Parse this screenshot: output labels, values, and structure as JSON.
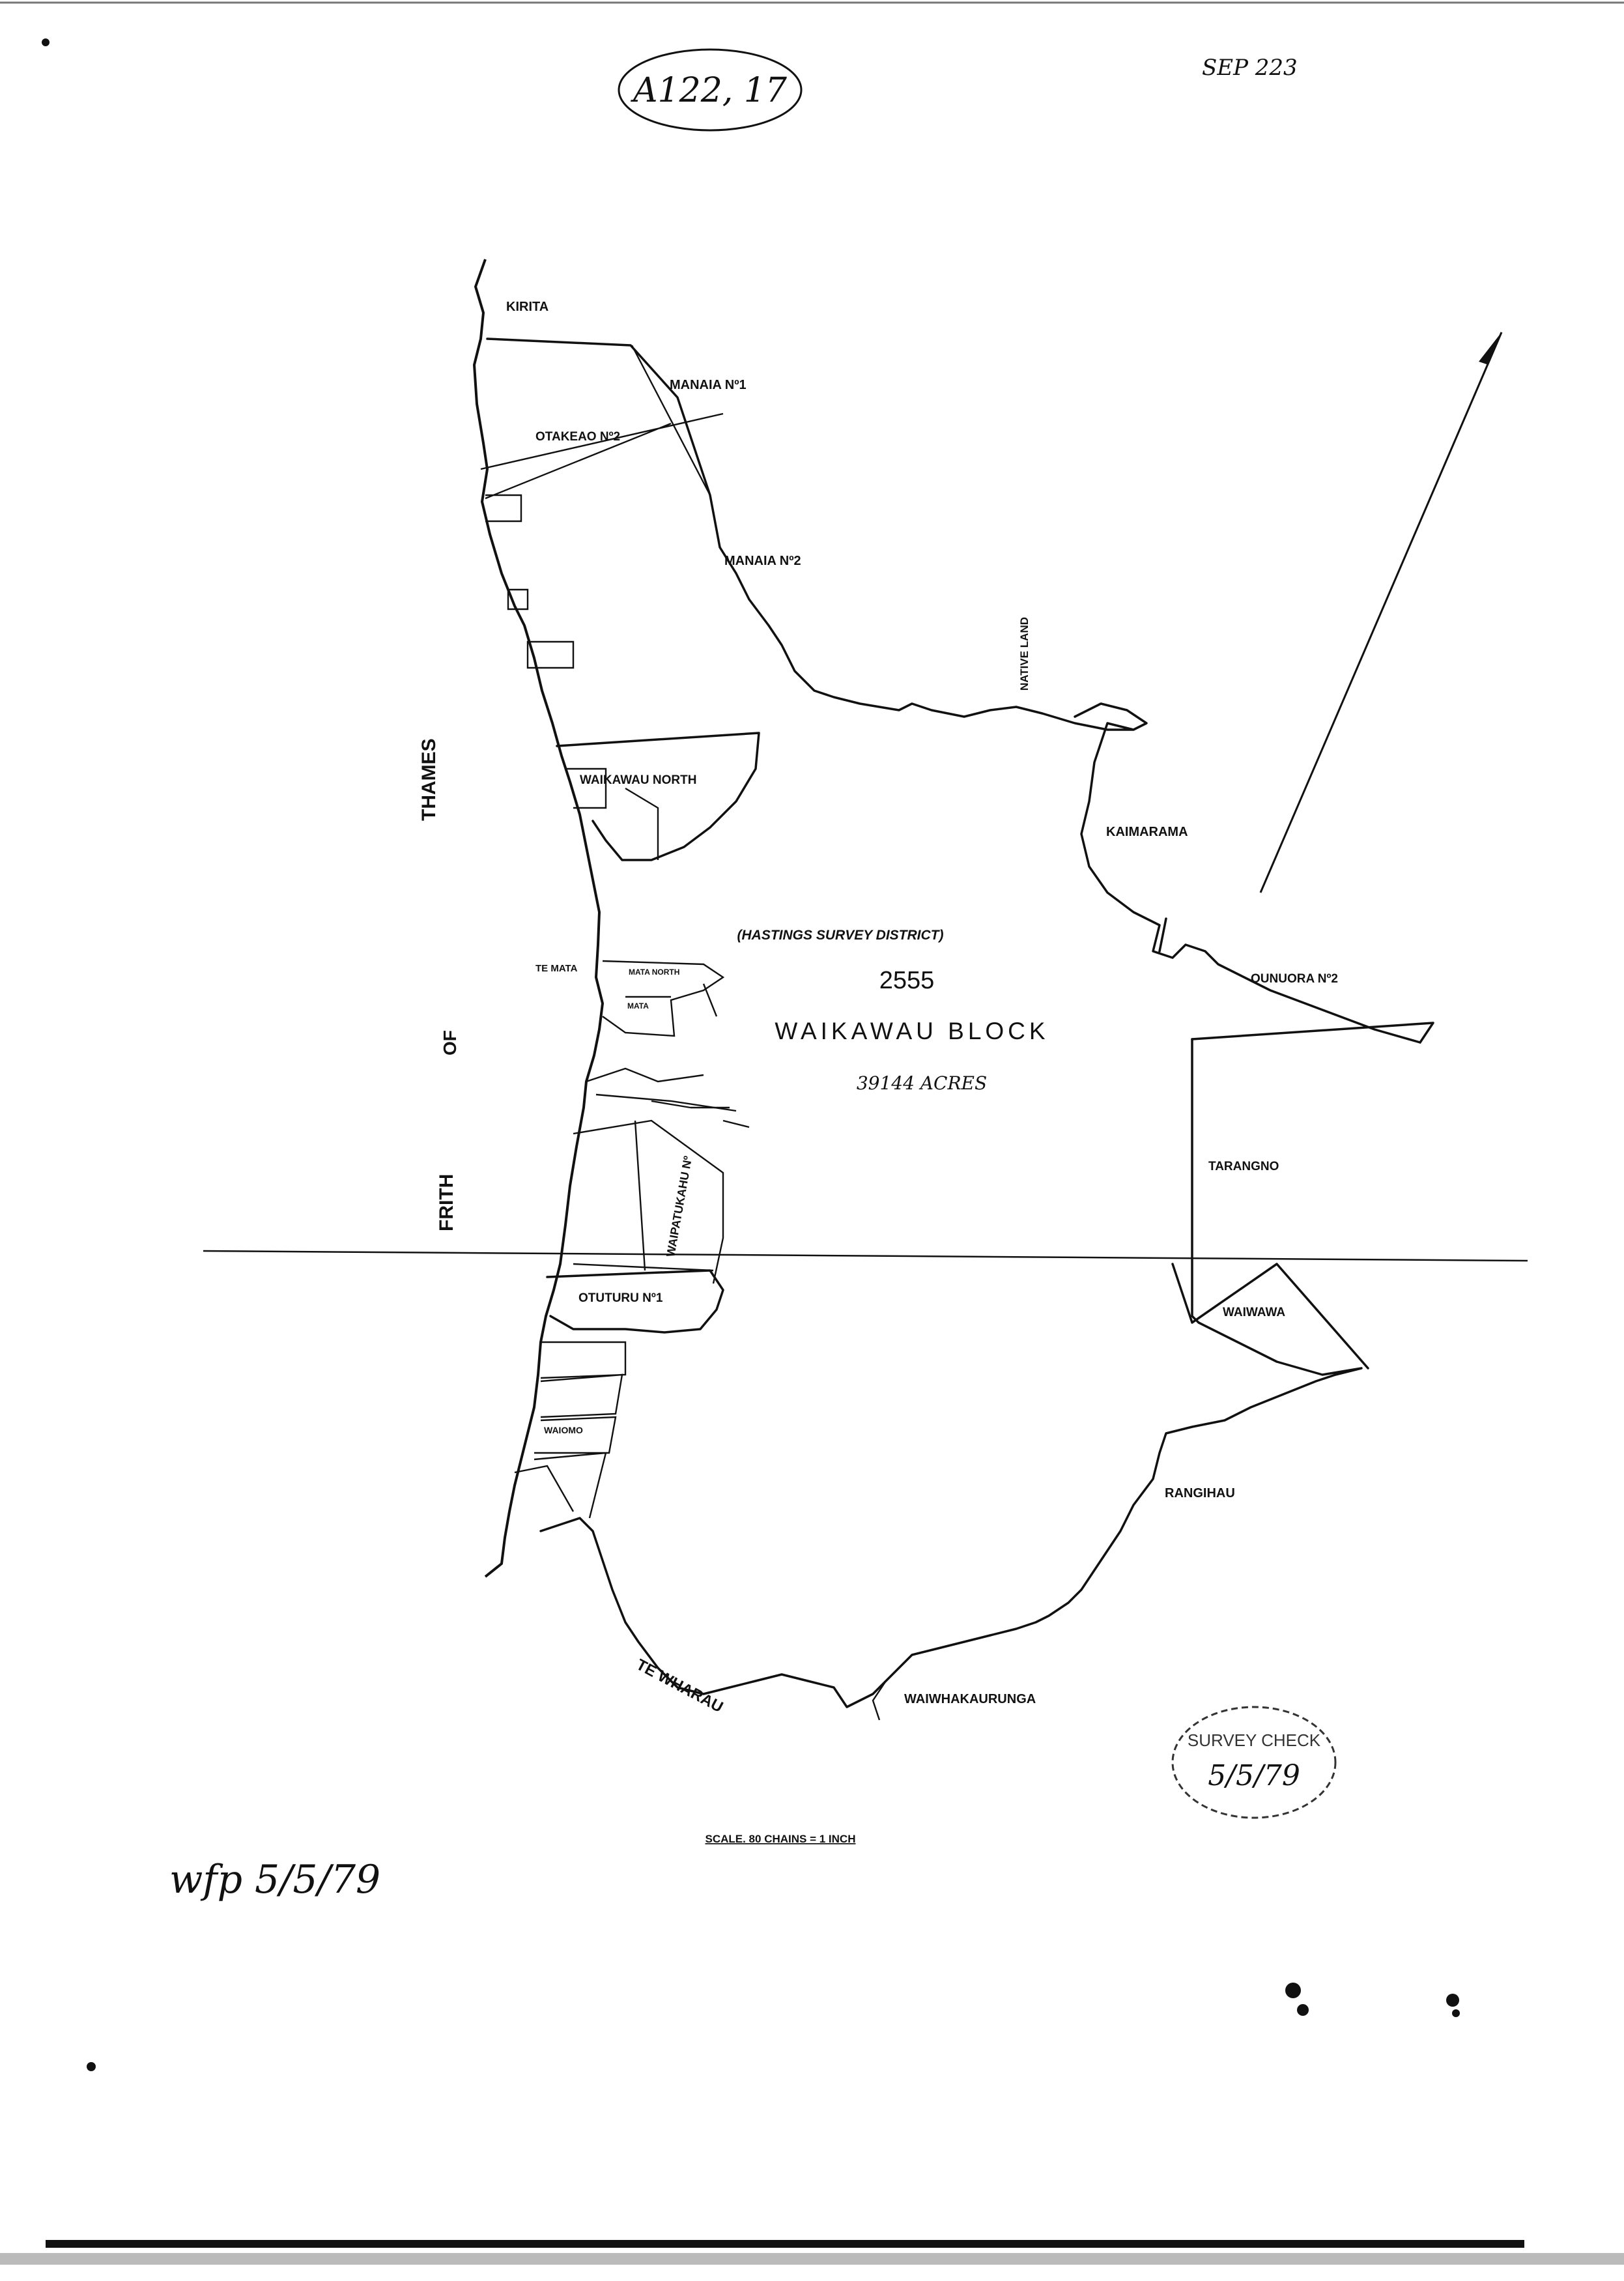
{
  "header": {
    "reference": "A122, 17",
    "stamp_code": "SEP 223"
  },
  "map": {
    "district": "(HASTINGS SURVEY DISTRICT)",
    "block_number": "2555",
    "block_name": "WAIKAWAU BLOCK",
    "area": "39144 ACRES",
    "scale": "SCALE. 80 CHAINS = 1 INCH",
    "sea_label_words": [
      "FRITH",
      "OF",
      "THAMES"
    ],
    "adjoining": [
      {
        "id": "kirita",
        "name": "KIRITA"
      },
      {
        "id": "manaia1",
        "name": "MANAIA Nº1"
      },
      {
        "id": "manaia2",
        "name": "MANAIA Nº2"
      },
      {
        "id": "native-land",
        "name": "NATIVE LAND"
      },
      {
        "id": "kaimarama",
        "name": "KAIMARAMA"
      },
      {
        "id": "ounuora2",
        "name": "OUNUORA Nº2"
      },
      {
        "id": "tarangno",
        "name": "TARANGNO"
      },
      {
        "id": "waiwawa",
        "name": "WAIWAWA"
      },
      {
        "id": "rangihau",
        "name": "RANGIHAU"
      },
      {
        "id": "waiwhakaurunga",
        "name": "WAIWHAKAURUNGA"
      },
      {
        "id": "te-wharau",
        "name": "TE WHARAU"
      }
    ],
    "subdivisions": [
      {
        "id": "otakeao2",
        "name": "OTAKEAO Nº2"
      },
      {
        "id": "waikawau-north",
        "name": "WAIKAWAU NORTH"
      },
      {
        "id": "te-mata",
        "name": "TE MATA"
      },
      {
        "id": "mata-north",
        "name": "MATA NORTH"
      },
      {
        "id": "mata",
        "name": "MATA"
      },
      {
        "id": "waipatukahu",
        "name": "WAIPATUKAHU Nº"
      },
      {
        "id": "otuturu1",
        "name": "OTUTURU Nº1"
      },
      {
        "id": "waiomo",
        "name": "WAIOMO"
      }
    ],
    "surveyor_note": "5/5/79",
    "stamp_text": "SURVEY CHECK",
    "signature": "wfp 5/5/79"
  }
}
